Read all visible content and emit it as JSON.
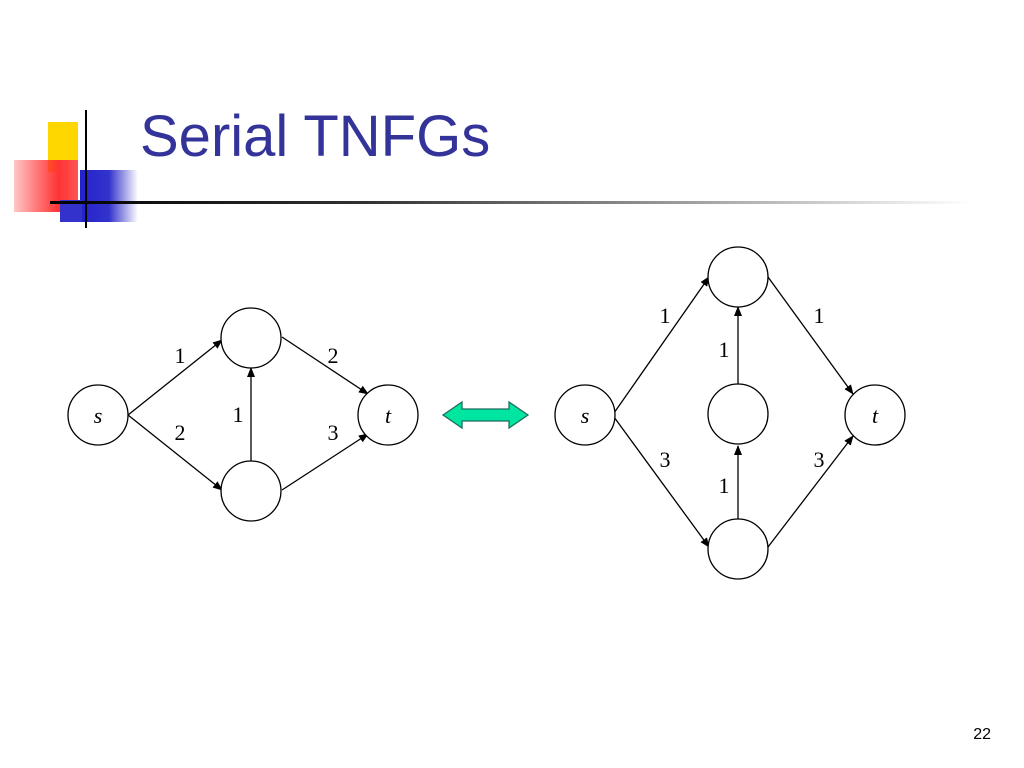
{
  "slide": {
    "title": "Serial TNFGs",
    "page_number": "22"
  },
  "colors": {
    "title": "#333399",
    "accent_yellow": "#FFD700",
    "accent_red": "#FF3333",
    "accent_blue": "#3333CC",
    "double_arrow_fill": "#00E5A0",
    "double_arrow_stroke": "#1E6E5E"
  },
  "icons": {
    "equivalence": "double-arrow-icon"
  },
  "left_graph": {
    "source_label": "s",
    "sink_label": "t",
    "edge_weights": {
      "s_to_top": "1",
      "s_to_bottom": "2",
      "bottom_to_top": "1",
      "top_to_t": "2",
      "bottom_to_t": "3"
    }
  },
  "right_graph": {
    "source_label": "s",
    "sink_label": "t",
    "edge_weights": {
      "s_to_top": "1",
      "top_to_t": "1",
      "middle_to_top": "1",
      "s_to_bottom": "3",
      "bottom_to_t": "3",
      "bottom_to_middle": "1"
    }
  }
}
